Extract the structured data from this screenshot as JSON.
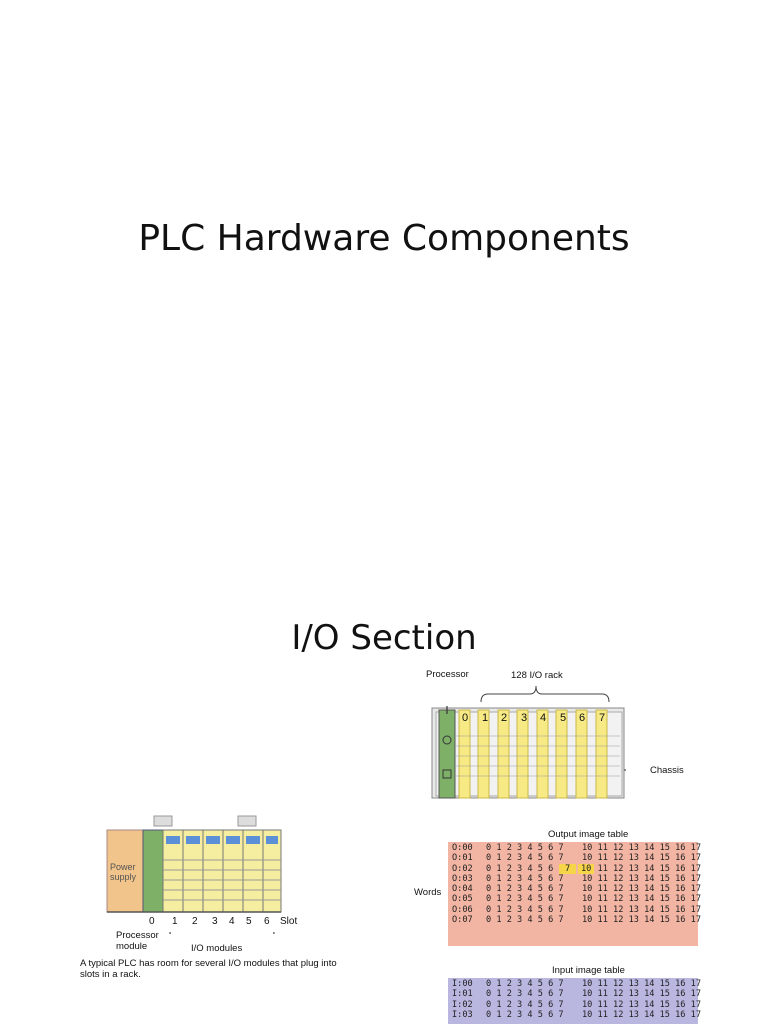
{
  "slide": {
    "title": "PLC Hardware Components",
    "section_title": "I/O Section"
  },
  "rack_figure": {
    "power_supply": "Power\nsupply",
    "slot_numbers": [
      "0",
      "1",
      "2",
      "3",
      "4",
      "5",
      "6"
    ],
    "slot_label": "Slot",
    "processor_label": "Processor\nmodule",
    "io_label": "I/O modules",
    "caption": "A typical PLC has room for several I/O modules that plug into slots in a rack."
  },
  "chassis_figure": {
    "processor_label": "Processor",
    "rack_label": "128 I/O rack",
    "slot_numbers": [
      "0",
      "1",
      "2",
      "3",
      "4",
      "5",
      "6",
      "7"
    ],
    "chassis_label": "Chassis"
  },
  "output_table": {
    "title": "Output image table",
    "words_label": "Words",
    "bits_low": "0 1 2 3 4 5 6 7",
    "bits_high": "10 11 12 13 14 15 16 17",
    "addresses": [
      "O:00",
      "O:01",
      "O:02",
      "O:03",
      "O:04",
      "O:05",
      "O:06",
      "O:07"
    ],
    "highlight": {
      "row": "O:02",
      "bits": [
        "7",
        "10"
      ]
    }
  },
  "input_table": {
    "title": "Input image table",
    "bits_low": "0 1 2 3 4 5 6 7",
    "bits_high": "10 11 12 13 14 15 16 17",
    "addresses": [
      "I:00",
      "I:01",
      "I:02",
      "I:03"
    ]
  },
  "colors": {
    "module_yellow": "#f5eea0",
    "processor_green": "#7fb068",
    "power_orange": "#f0c48a",
    "output_bg": "#f2b4a3",
    "input_bg": "#b9b6e0",
    "highlight": "#f7d54a"
  }
}
